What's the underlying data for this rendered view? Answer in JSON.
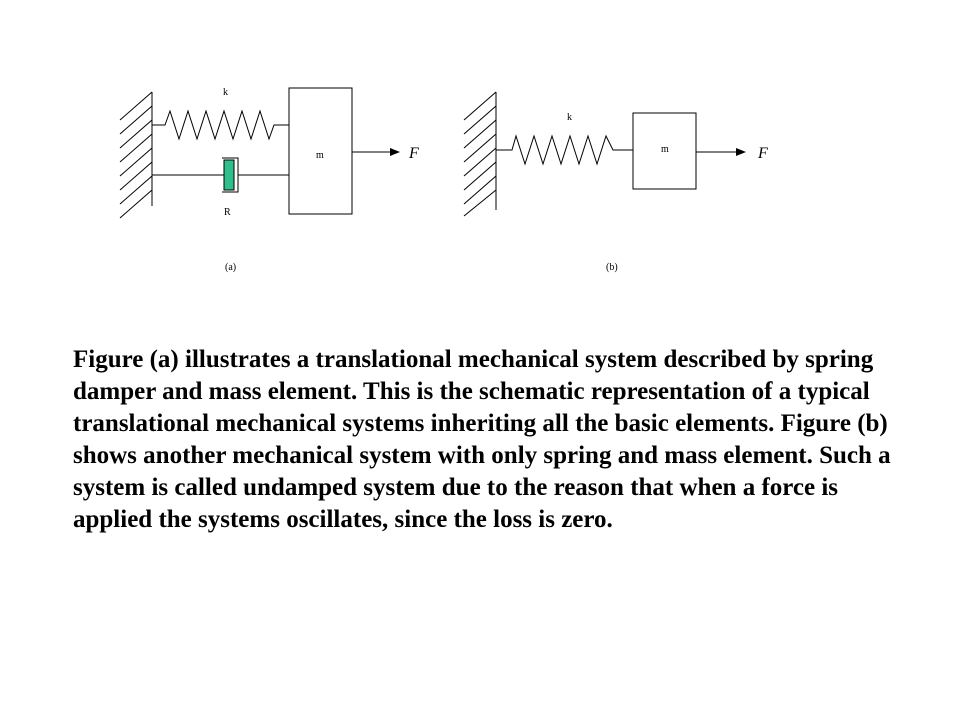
{
  "figure_a": {
    "spring_label": "k",
    "damper_label": "R",
    "mass_label": "m",
    "force_label": "F",
    "caption": "(a)"
  },
  "figure_b": {
    "spring_label": "k",
    "mass_label": "m",
    "force_label": "F",
    "caption": "(b)"
  },
  "colors": {
    "damper_fill": "#2fbf8c",
    "stroke": "#000000"
  },
  "description": "Figure (a) illustrates a translational mechanical system described by spring damper and mass element. This is the schematic representation of a typical translational mechanical systems inheriting all the basic elements. Figure (b) shows another mechanical system with only spring and mass element. Such a system is called undamped system due to the reason that when a force is applied the systems oscillates, since the loss is zero."
}
